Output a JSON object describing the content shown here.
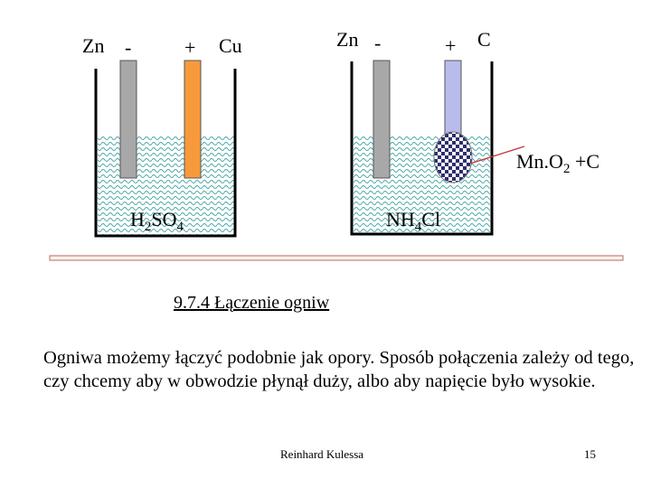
{
  "diagram": {
    "cell1": {
      "anode_label": "Zn",
      "anode_sign": "-",
      "cathode_sign": "+",
      "cathode_label": "Cu",
      "electrolyte": {
        "main": "H",
        "sub1": "2",
        "mid": "SO",
        "sub2": "4"
      }
    },
    "cell2": {
      "anode_label": "Zn",
      "anode_sign": "-",
      "cathode_sign": "+",
      "cathode_label": "C",
      "depolarizer": {
        "main": "Mn.O",
        "sub": "2",
        "tail": " +C"
      },
      "electrolyte": {
        "main": "NH",
        "sub": "4",
        "tail": "Cl"
      }
    },
    "colors": {
      "electrolyte_pattern": "#4aa8a8",
      "zinc_rod": "#a8a8a8",
      "copper_rod": "#f79a3c",
      "carbon_rod": "#b8bcec",
      "depolarizer_dots": "#2e2e6e",
      "pointer_line": "#c83232",
      "divider_border": "#c08080",
      "divider_fill": "#fff3e6"
    }
  },
  "heading": "9.7.4 Łączenie ogniw",
  "body": "Ogniwa możemy łączyć podobnie jak opory. Sposób połączenia zależy od tego, czy chcemy aby w obwodzie płynął  duży, albo aby napięcie  było wysokie.",
  "footer": {
    "author": "Reinhard Kulessa",
    "page": "15"
  }
}
